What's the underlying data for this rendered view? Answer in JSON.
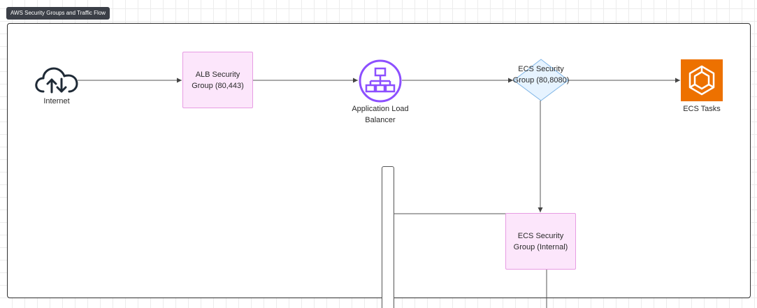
{
  "title": "AWS Security Groups and Traffic Flow",
  "nodes": {
    "internet": {
      "label": "Internet",
      "icon": "cloud-upload-download-icon"
    },
    "alb_sg": {
      "label": "ALB Security Group (80,443)"
    },
    "alb": {
      "label": "Application Load Balancer",
      "icon": "load-balancer-icon",
      "color": "#8c4fff"
    },
    "ecs_sg": {
      "label": "ECS Security Group (80,8080)"
    },
    "ecs_tasks": {
      "label": "ECS Tasks",
      "icon": "ecs-tasks-icon",
      "color": "#ed7100"
    },
    "ecs_sg_internal": {
      "label": "ECS Security Group (Internal)"
    }
  },
  "colors": {
    "security_group_fill": "#fce6fb",
    "security_group_border": "#e79ce3",
    "decision_fill": "#e6f3ff",
    "decision_border": "#7fb5e6"
  }
}
